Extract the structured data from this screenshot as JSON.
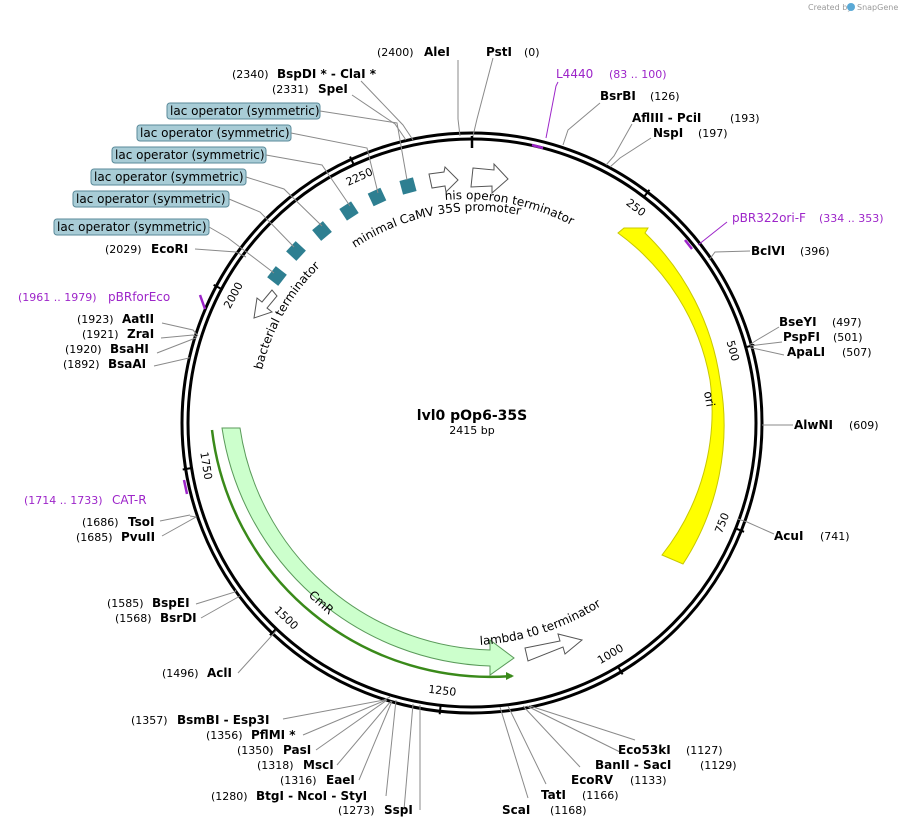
{
  "credit": {
    "prefix": "Created by",
    "brand": "SnapGene"
  },
  "plasmid": {
    "name": "lvl0 pOp6-35S",
    "length": "2415 bp",
    "total_bp": 2415
  },
  "ticks": [
    "250",
    "500",
    "750",
    "1000",
    "1250",
    "1500",
    "1750",
    "2000",
    "2250"
  ],
  "sites": [
    {
      "pos": "(2400)",
      "name": "AleI"
    },
    {
      "pos": "",
      "name": "PstI",
      "suffix": "(0)"
    },
    {
      "pos": "(2340)",
      "name": "BspDI * - ClaI *"
    },
    {
      "pos": "(2331)",
      "name": "SpeI"
    },
    {
      "name": "BsrBI",
      "suffix": "(126)"
    },
    {
      "name": "AflIII - PciI",
      "suffix": "(193)"
    },
    {
      "name": "NspI",
      "suffix": "(197)"
    },
    {
      "name": "BclVI",
      "suffix": "(396)"
    },
    {
      "name": "BseYI",
      "suffix": "(497)"
    },
    {
      "name": "PspFI",
      "suffix": "(501)"
    },
    {
      "name": "ApaLI",
      "suffix": "(507)"
    },
    {
      "name": "AlwNI",
      "suffix": "(609)"
    },
    {
      "name": "AcuI",
      "suffix": "(741)"
    },
    {
      "pos": "(2029)",
      "name": "EcoRI"
    },
    {
      "pos": "(1923)",
      "name": "AatII"
    },
    {
      "pos": "(1921)",
      "name": "ZraI"
    },
    {
      "pos": "(1920)",
      "name": "BsaHI"
    },
    {
      "pos": "(1892)",
      "name": "BsaAI"
    },
    {
      "pos": "(1686)",
      "name": "TsoI"
    },
    {
      "pos": "(1685)",
      "name": "PvuII"
    },
    {
      "pos": "(1585)",
      "name": "BspEI"
    },
    {
      "pos": "(1568)",
      "name": "BsrDI"
    },
    {
      "pos": "(1496)",
      "name": "AclI"
    },
    {
      "pos": "(1357)",
      "name": "BsmBI - Esp3I"
    },
    {
      "pos": "(1356)",
      "name": "PflMI *"
    },
    {
      "pos": "(1350)",
      "name": "PasI"
    },
    {
      "pos": "(1318)",
      "name": "MscI"
    },
    {
      "pos": "(1316)",
      "name": "EaeI"
    },
    {
      "pos": "(1280)",
      "name": "BtgI - NcoI - StyI"
    },
    {
      "pos": "(1273)",
      "name": "SspI"
    },
    {
      "name": "ScaI",
      "suffix": "(1168)"
    },
    {
      "name": "TatI",
      "suffix": "(1166)"
    },
    {
      "name": "EcoRV",
      "suffix": "(1133)"
    },
    {
      "name": "BanII - SacI",
      "suffix": "(1129)"
    },
    {
      "name": "Eco53kI",
      "suffix": "(1127)"
    }
  ],
  "primers": [
    {
      "name": "L4440",
      "range": "(83 .. 100)"
    },
    {
      "name": "pBR322ori-F",
      "range": "(334 .. 353)"
    },
    {
      "name": "pBRforEco",
      "range": "(1961 .. 1979)"
    },
    {
      "name": "CAT-R",
      "range": "(1714 .. 1733)"
    }
  ],
  "lac_operators": [
    "lac operator (symmetric)",
    "lac operator (symmetric)",
    "lac operator (symmetric)",
    "lac operator (symmetric)",
    "lac operator (symmetric)",
    "lac operator (symmetric)"
  ],
  "features": {
    "ori": "ori",
    "cmr": "CmR",
    "his_term": "his operon terminator",
    "camv": "minimal CaMV 35S promoter",
    "bact_term": "bacterial terminator",
    "lambda_term": "lambda t0 terminator"
  },
  "colors": {
    "ori": "#ffff00",
    "cmr": "#ccffcc",
    "cmr_gene": "#3a8a1a",
    "lac_operator": "#2e7f91",
    "lac_label_bg": "#a8ccd6",
    "primer": "#9d25c9"
  }
}
